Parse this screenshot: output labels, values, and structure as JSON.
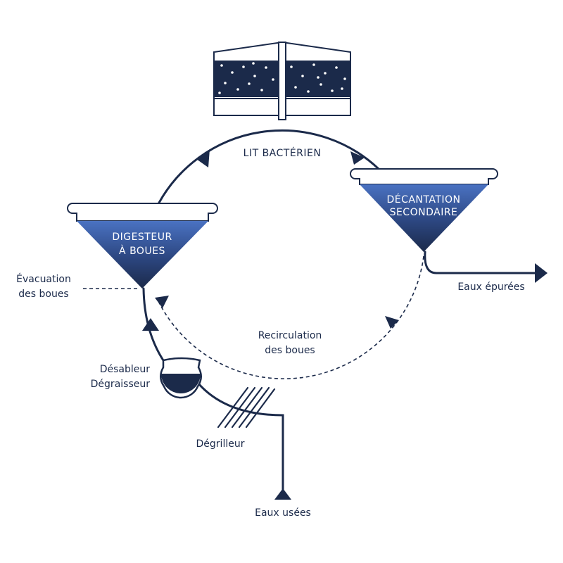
{
  "colors": {
    "navy": "#1b2a4a",
    "blue": "#3f68b8",
    "white": "#ffffff"
  },
  "labels": {
    "lit_bacterien": "LIT BACTÉRIEN",
    "decantation_line1": "DÉCANTATION",
    "decantation_line2": "SECONDAIRE",
    "digesteur_line1": "DIGESTEUR",
    "digesteur_line2": "À BOUES",
    "evacuation_line1": "Évacuation",
    "evacuation_line2": "des boues",
    "eaux_epurees": "Eaux épurées",
    "recirculation_line1": "Recirculation",
    "recirculation_line2": "des boues",
    "desableur_line1": "Désableur",
    "desableur_line2": "Dégraisseur",
    "degrilleur": "Dégrilleur",
    "eaux_usees": "Eaux usées"
  },
  "icons": {
    "bacterial_bed": "bacterial-bed-icon",
    "secondary_clarifier": "secondary-clarifier-icon",
    "sludge_digester": "sludge-digester-icon",
    "grit_grease_separator": "grit-grease-separator-icon",
    "screen": "screen-icon"
  }
}
